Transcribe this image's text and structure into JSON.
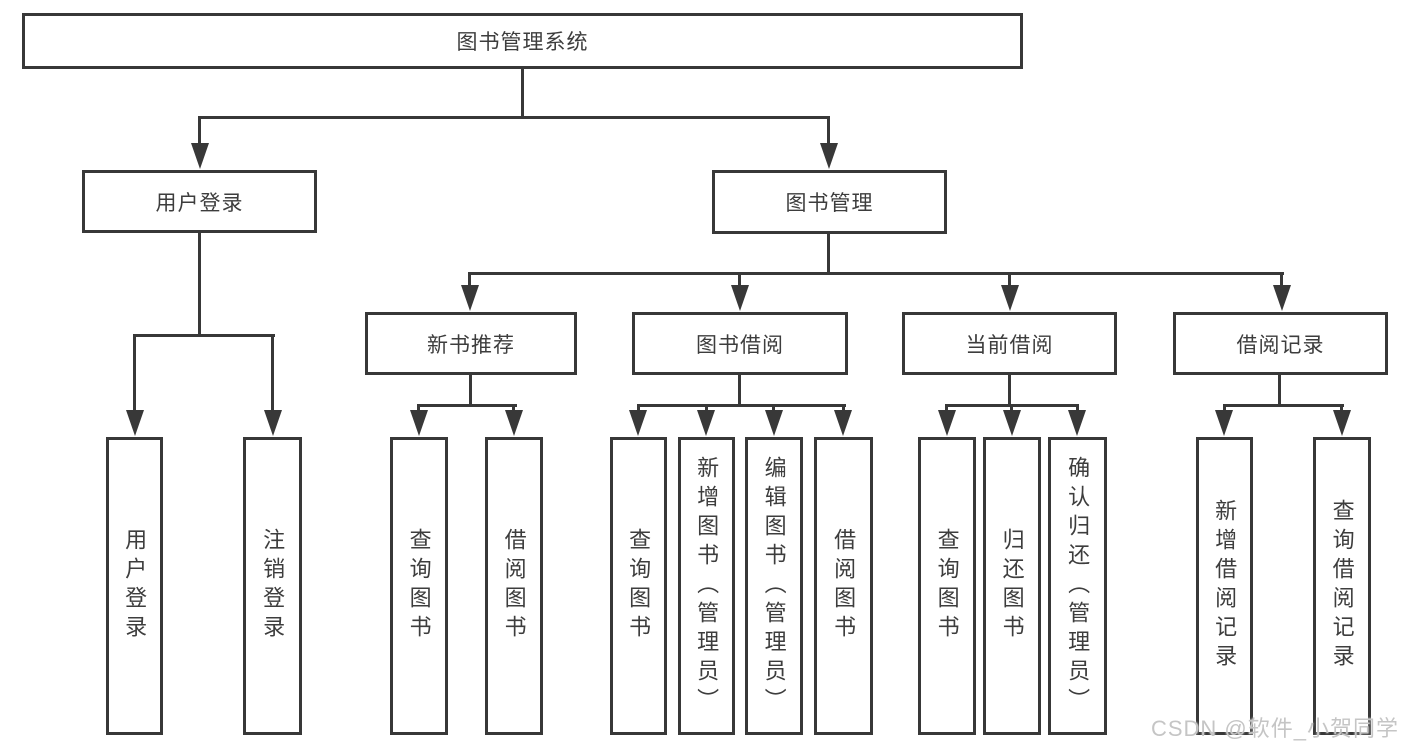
{
  "tree": {
    "root": {
      "label": "图书管理系统",
      "children": [
        {
          "label": "用户登录",
          "children": [
            {
              "label": "用户登录"
            },
            {
              "label": "注销登录"
            }
          ]
        },
        {
          "label": "图书管理",
          "children": [
            {
              "label": "新书推荐",
              "children": [
                {
                  "label": "查询图书"
                },
                {
                  "label": "借阅图书"
                }
              ]
            },
            {
              "label": "图书借阅",
              "children": [
                {
                  "label": "查询图书"
                },
                {
                  "label": "新增图书（管理员）"
                },
                {
                  "label": "编辑图书（管理员）"
                },
                {
                  "label": "借阅图书"
                }
              ]
            },
            {
              "label": "当前借阅",
              "children": [
                {
                  "label": "查询图书"
                },
                {
                  "label": "归还图书"
                },
                {
                  "label": "确认归还（管理员）"
                }
              ]
            },
            {
              "label": "借阅记录",
              "children": [
                {
                  "label": "新增借阅记录"
                },
                {
                  "label": "查询借阅记录"
                }
              ]
            }
          ]
        }
      ]
    }
  },
  "watermark": {
    "text": "CSDN @软件_小贺同学"
  },
  "colors": {
    "line": "#383838",
    "text": "#3d3d3d",
    "watermark": "#c5c5c5",
    "background": "#ffffff"
  }
}
